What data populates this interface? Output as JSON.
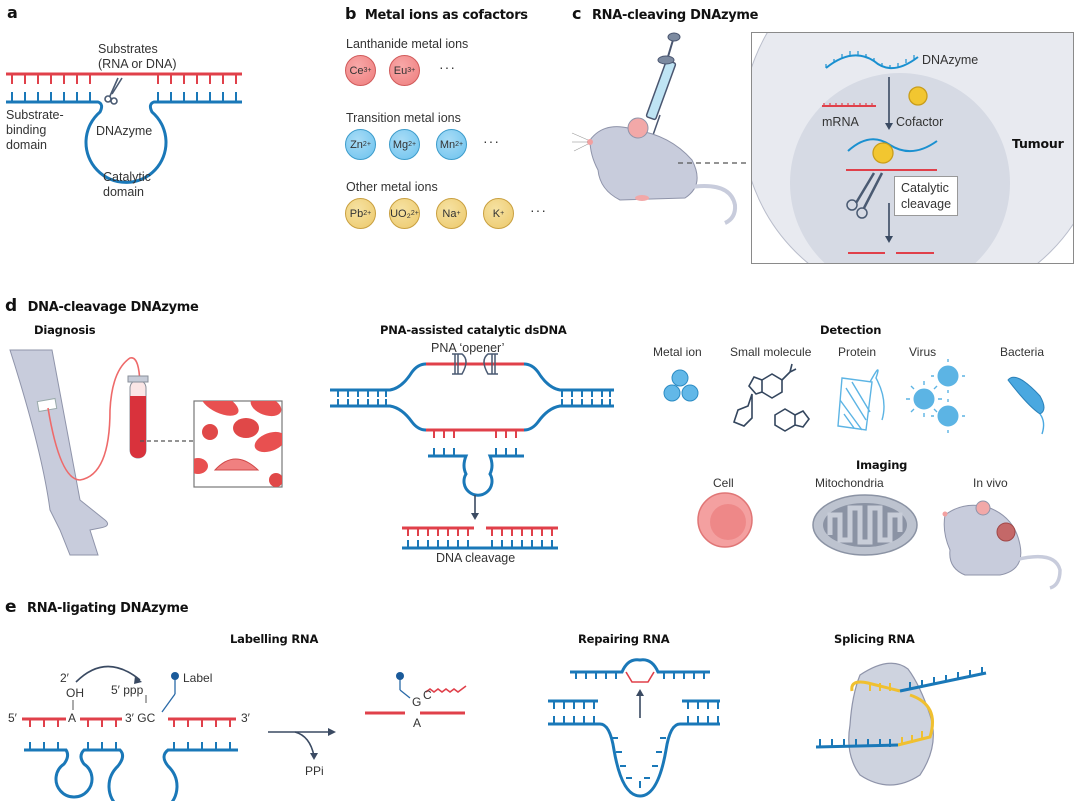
{
  "colors": {
    "rna_red": "#e0404a",
    "dna_blue": "#1a78b8",
    "dark_arrow": "#3a4a62",
    "ion_red": "#ee7d7d",
    "ion_blue": "#6cc2ee",
    "ion_yellow": "#ecc86a",
    "tumour_grey": "#d6dae4",
    "splice_yellow": "#f0c030"
  },
  "panel_a": {
    "letter": "a",
    "substrates_label_line1": "Substrates",
    "substrates_label_line2": "(RNA or DNA)",
    "binding_label_line1": "Substrate-",
    "binding_label_line2": "binding",
    "binding_label_line3": "domain",
    "dnazyme_label": "DNAzyme",
    "catalytic_label_line1": "Catalytic",
    "catalytic_label_line2": "domain"
  },
  "panel_b": {
    "letter": "b",
    "title": "Metal ions as cofactors",
    "groups": [
      {
        "label": "Lanthanide metal ions",
        "ions": [
          {
            "sym": "Ce",
            "charge": "3+"
          },
          {
            "sym": "Eu",
            "charge": "3+"
          }
        ],
        "more": "···"
      },
      {
        "label": "Transition metal ions",
        "ions": [
          {
            "sym": "Zn",
            "charge": "2+"
          },
          {
            "sym": "Mg",
            "charge": "2+"
          },
          {
            "sym": "Mn",
            "charge": "2+"
          }
        ],
        "more": "···"
      },
      {
        "label": "Other metal ions",
        "ions": [
          {
            "sym": "Pb",
            "charge": "2+"
          },
          {
            "sym": "UO₂",
            "charge": "2+"
          },
          {
            "sym": "Na",
            "charge": "+"
          },
          {
            "sym": "K",
            "charge": "+"
          }
        ],
        "more": "···"
      }
    ]
  },
  "panel_c": {
    "letter": "c",
    "title": "RNA-cleaving DNAzyme",
    "dnazyme_label": "DNAzyme",
    "mrna_label": "mRNA",
    "cofactor_label": "Cofactor",
    "tumour_label": "Tumour",
    "cleavage_label_line1": "Catalytic",
    "cleavage_label_line2": "cleavage"
  },
  "panel_d": {
    "letter": "d",
    "title": "DNA-cleavage DNAzyme",
    "diagnosis_title": "Diagnosis",
    "pna_title": "PNA-assisted catalytic dsDNA",
    "pna_opener_label": "PNA ‘opener’",
    "dna_cleavage_label": "DNA cleavage",
    "detection_title": "Detection",
    "detection_items": [
      "Metal ion",
      "Small molecule",
      "Protein",
      "Virus",
      "Bacteria"
    ],
    "imaging_title": "Imaging",
    "imaging_items": [
      "Cell",
      "Mitochondria",
      "In vivo"
    ]
  },
  "panel_e": {
    "letter": "e",
    "title": "RNA-ligating DNAzyme",
    "labelling_title": "Labelling RNA",
    "repairing_title": "Repairing RNA",
    "splicing_title": "Splicing RNA",
    "two_prime": "2′",
    "oh": "OH",
    "a_base": "A",
    "five_prime_ppp": "5′ ppp",
    "three_prime_gc": "3′ GC",
    "label_text": "Label",
    "five_prime_end": "5′",
    "three_prime_end": "3′",
    "ppi_label": "PPi",
    "product_g": "G",
    "product_c": "C",
    "product_a": "A"
  }
}
